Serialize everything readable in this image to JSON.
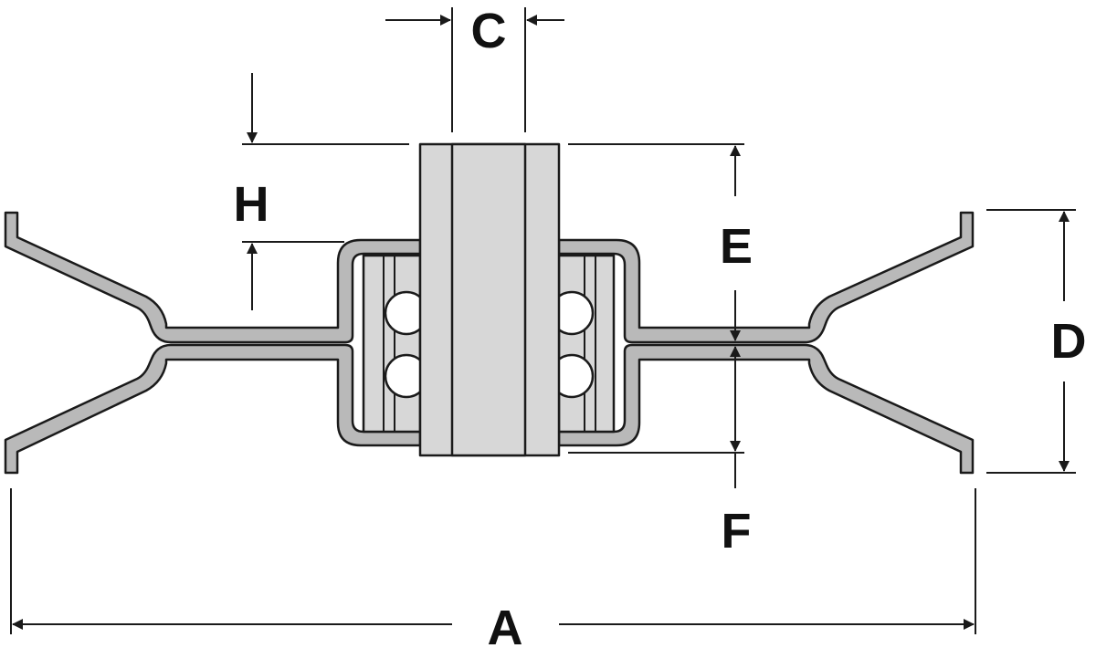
{
  "diagram": {
    "labels": {
      "a": "A",
      "c": "C",
      "d": "D",
      "e": "E",
      "f": "F",
      "h": "H"
    }
  },
  "colors": {
    "outline": "#1a1a1a",
    "metal_fill": "#b9b9b9",
    "part_fill": "#d7d7d7",
    "ball_fill": "#ffffff",
    "background": "#ffffff"
  }
}
